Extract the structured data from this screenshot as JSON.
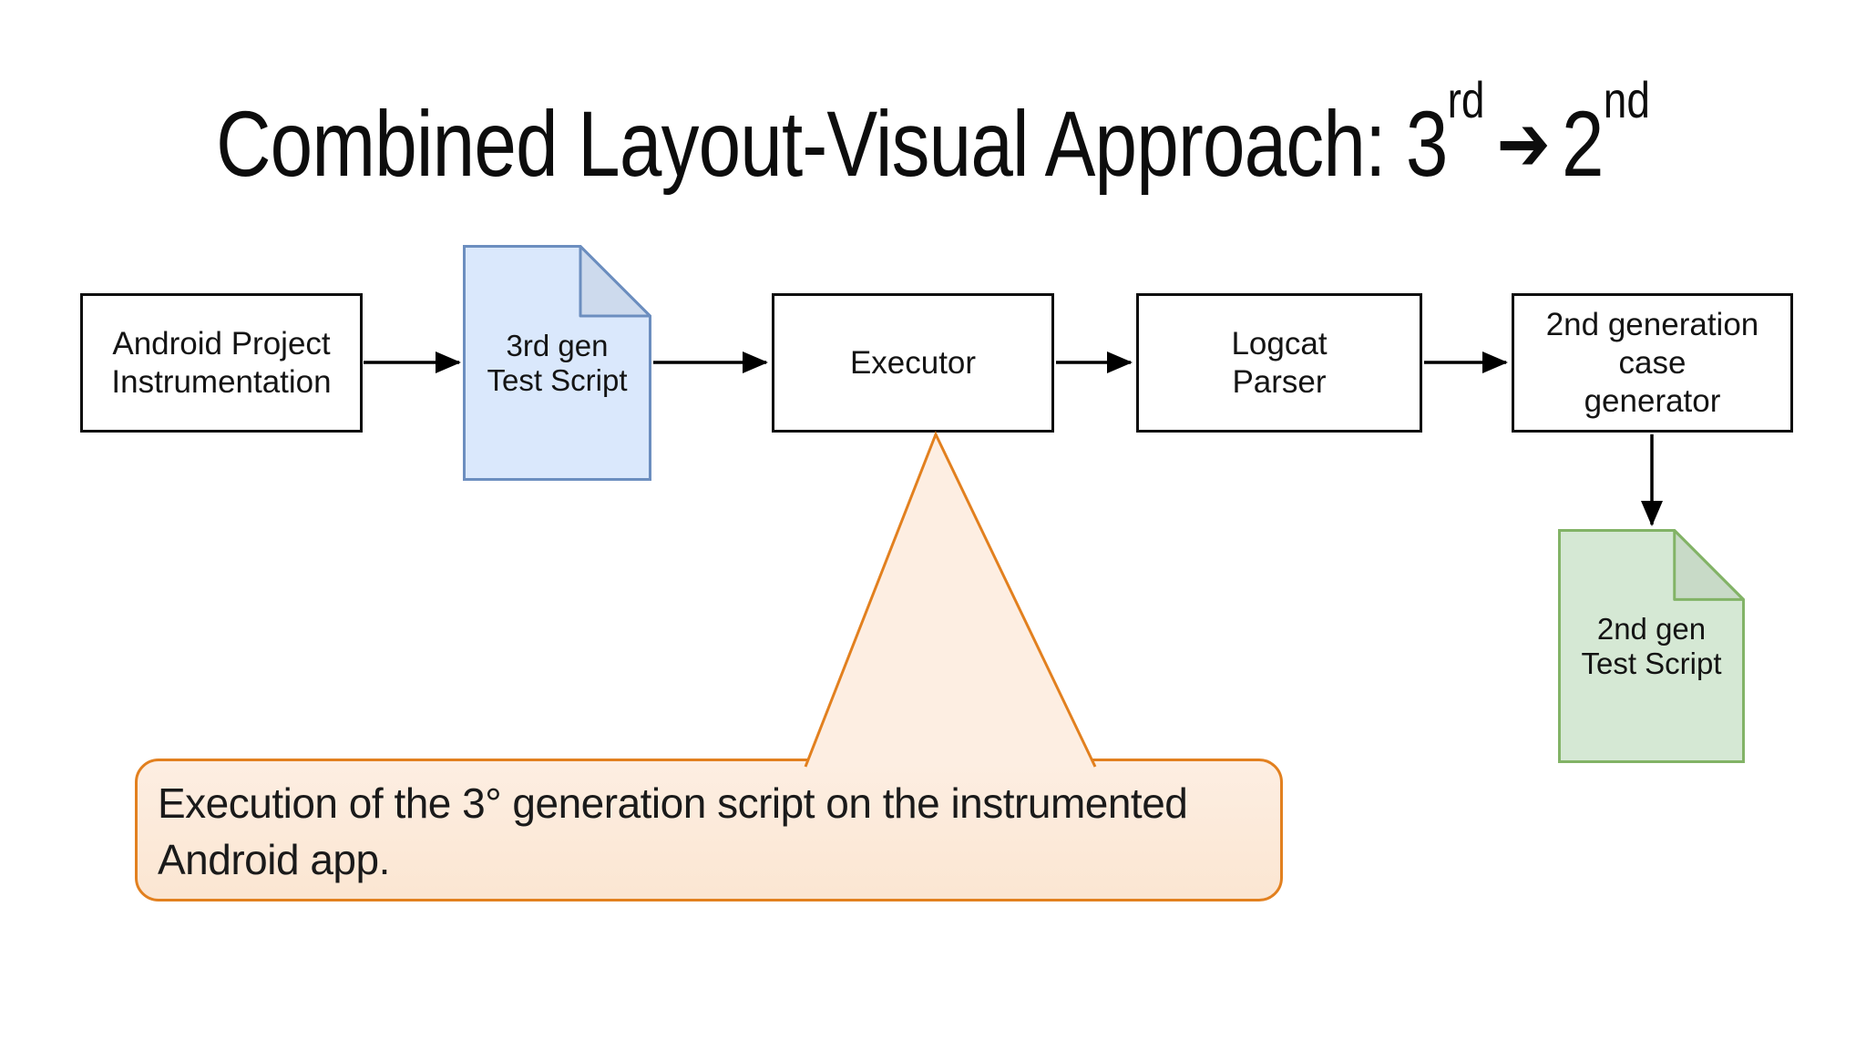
{
  "slide": {
    "background": "#ffffff",
    "title": {
      "text_before_sup1": "Combined Layout-Visual Approach: 3",
      "sup1": "rd",
      "arrow_glyph": "➔",
      "text_before_sup2": "2",
      "sup2": "nd"
    },
    "flowchart": {
      "box_fill": "#ffffff",
      "box_stroke": "#0d0d0d",
      "arrow_color": "#000000",
      "nodes": [
        {
          "id": "android-project-instrumentation",
          "type": "process-box",
          "line1": "Android Project",
          "line2": "Instrumentation"
        },
        {
          "id": "third-gen-test-script",
          "type": "document",
          "line1": "3rd gen",
          "line2": "Test Script",
          "fill": "#dae8fc",
          "stroke": "#6c8ebf"
        },
        {
          "id": "executor",
          "type": "process-box",
          "line1": "Executor",
          "line2": ""
        },
        {
          "id": "logcat-parser",
          "type": "process-box",
          "line1": "Logcat",
          "line2": "Parser"
        },
        {
          "id": "second-gen-case-generator",
          "type": "process-box",
          "line1": "2nd generation case",
          "line2": "generator"
        },
        {
          "id": "second-gen-test-script",
          "type": "document",
          "line1": "2nd gen",
          "line2": "Test Script",
          "fill": "#d5e8d4",
          "stroke": "#82b366"
        }
      ]
    },
    "callout": {
      "line1": "Execution of the 3° generation script on the instrumented",
      "line2": "Android app.",
      "fill": "#fcead9",
      "stroke": "#e2801f"
    }
  }
}
